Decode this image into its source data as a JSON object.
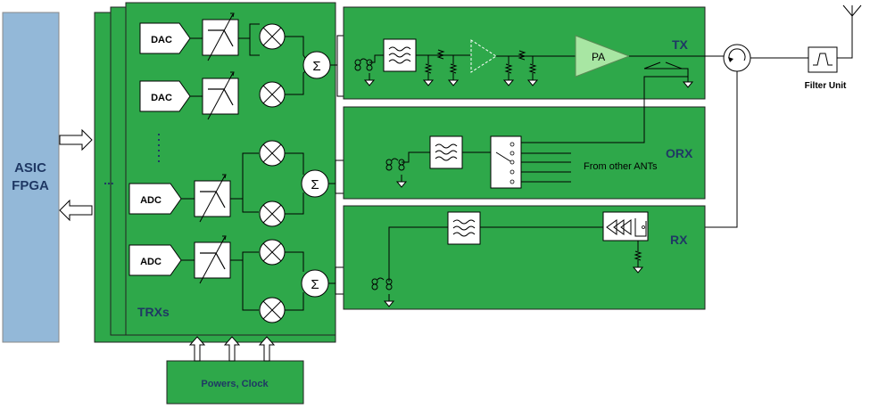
{
  "asic": {
    "line1": "ASIC",
    "line2": "FPGA"
  },
  "trx": {
    "label": "TRXs",
    "dac_label": "DAC",
    "adc_label": "ADC",
    "sum_symbol": "Σ",
    "ellipsis": "..."
  },
  "tx": {
    "label": "TX",
    "pa_label": "PA"
  },
  "orx": {
    "label": "ORX",
    "other_ants": "From other ANTs"
  },
  "rx": {
    "label": "RX"
  },
  "filter_unit": {
    "label": "Filter Unit"
  },
  "power": {
    "label": "Powers, Clock"
  },
  "colors": {
    "green": "#2ea84a",
    "asic_blue": "#93b8d8",
    "pa_green": "#a8e6a3",
    "label_navy": "#1f3864"
  }
}
